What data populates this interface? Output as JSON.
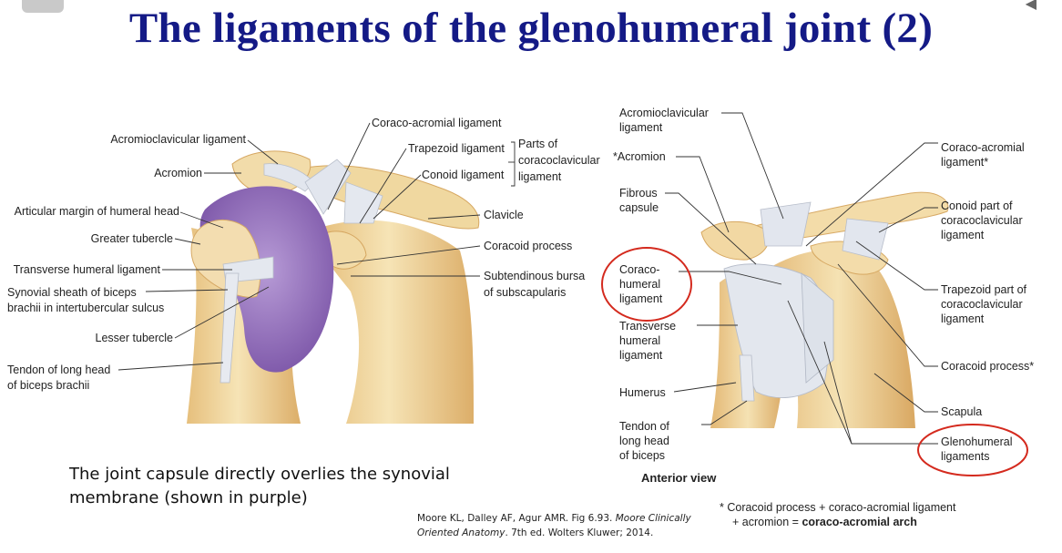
{
  "title": "The ligaments of the glenohumeral joint (2)",
  "left_figure": {
    "labels": {
      "acromioclavicular": "Acromioclavicular ligament",
      "acromion": "Acromion",
      "articular_margin": "Articular margin of humeral head",
      "greater_tubercle": "Greater tubercle",
      "transverse_humeral": "Transverse humeral ligament",
      "synovial_sheath_1": "Synovial sheath of biceps",
      "synovial_sheath_2": "brachii in intertubercular sulcus",
      "lesser_tubercle": "Lesser tubercle",
      "tendon_1": "Tendon of long head",
      "tendon_2": "of biceps brachii",
      "coraco_acromial": "Coraco-acromial ligament",
      "trapezoid": "Trapezoid ligament",
      "conoid": "Conoid ligament",
      "parts_1": "Parts of",
      "parts_2": "coracoclavicular",
      "parts_3": "ligament",
      "clavicle": "Clavicle",
      "coracoid_process": "Coracoid process",
      "bursa_1": "Subtendinous bursa",
      "bursa_2": "of subscapularis"
    }
  },
  "right_figure": {
    "labels": {
      "acromioclavicular_1": "Acromioclavicular",
      "acromioclavicular_2": "ligament",
      "acromion": "*Acromion",
      "fibrous_1": "Fibrous",
      "fibrous_2": "capsule",
      "coraco_humeral_1": "Coraco-",
      "coraco_humeral_2": "humeral",
      "coraco_humeral_3": "ligament",
      "transverse_1": "Transverse",
      "transverse_2": "humeral",
      "transverse_3": "ligament",
      "humerus": "Humerus",
      "tendon_1": "Tendon of",
      "tendon_2": "long head",
      "tendon_3": "of biceps",
      "view": "Anterior view",
      "coraco_acromial_1": "Coraco-acromial",
      "coraco_acromial_2": "ligament*",
      "conoid_1": "Conoid part of",
      "conoid_2": "coracoclavicular",
      "conoid_3": "ligament",
      "trapezoid_1": "Trapezoid part of",
      "trapezoid_2": "coracoclavicular",
      "trapezoid_3": "ligament",
      "coracoid_process": "Coracoid process*",
      "scapula": "Scapula",
      "glenohumeral_1": "Glenohumeral",
      "glenohumeral_2": "ligaments"
    },
    "highlight_color": "#d42a1e"
  },
  "caption": {
    "line1": "The joint capsule directly overlies the synovial",
    "line2": "membrane (shown in purple)"
  },
  "citation": {
    "part1": "Moore KL, Dalley AF, Agur AMR. Fig 6.93. ",
    "italic1": "Moore Clinically",
    "italic2": "Oriented Anatomy",
    "part2": ". 7th ed. Wolters Kluwer; 2014."
  },
  "note": {
    "line1": "* Coracoid process + coraco-acromial ligament",
    "line2_prefix": "+ acromion = ",
    "line2_bold": "coraco-acromial arch"
  },
  "colors": {
    "title": "#141a86",
    "bone": "#f1d9a3",
    "bone_shade": "#d9a963",
    "synovial": "#9c7ac0",
    "ligament": "#dfe3ea"
  }
}
